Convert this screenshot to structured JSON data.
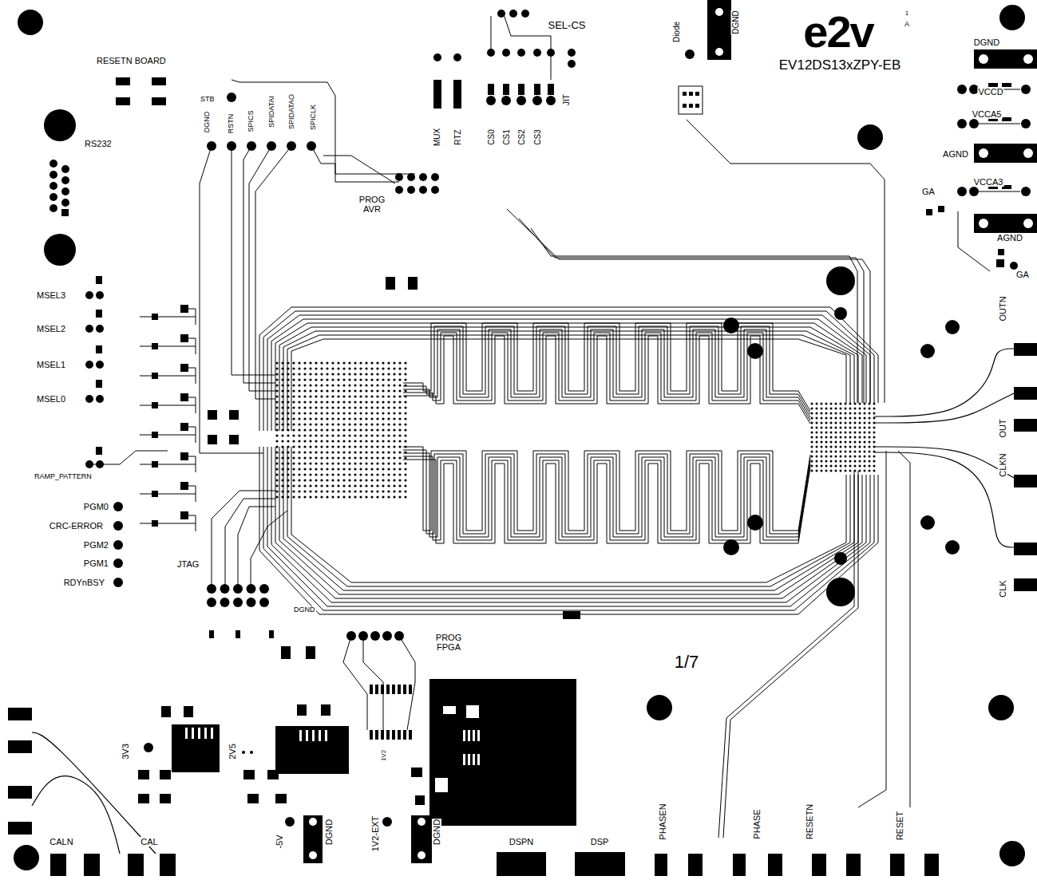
{
  "diagram": {
    "labels": [
      "RESETN BOARD",
      "RS232",
      "STB",
      "DGND",
      "RSTN",
      "SPICS",
      "SPIDATAI",
      "SPIDATAO",
      "SPICLK",
      "PROG AVR",
      "SEL-CS",
      "MUX",
      "RTZ",
      "CS0",
      "CS1",
      "CS2",
      "CS3",
      "JIT",
      "Diode",
      "DGND",
      "e2v",
      "1",
      "A",
      "EV12DS13xZPY-EB",
      "DGND",
      "VCCD",
      "VCCA5",
      "AGND",
      "VCCA3",
      "GA",
      "AGND",
      "GA",
      "OUTN",
      "OUT",
      "CLKN",
      "CLK",
      "MSEL3",
      "MSEL2",
      "MSEL1",
      "MSEL0",
      "RAMP_PATTERN",
      "PGM0",
      "CRC-ERROR",
      "PGM2",
      "PGM1",
      "RDYnBSY",
      "JTAG",
      "DGND",
      "PROG FPGA",
      "1/7",
      "3V3",
      "2V5",
      "1V2",
      "-5V",
      "DGND",
      "1V2-EXT",
      "DGND",
      "CALN",
      "CAL",
      "DSPN",
      "DSP",
      "PHASEN",
      "PHASE",
      "RESETN",
      "RESET"
    ]
  }
}
